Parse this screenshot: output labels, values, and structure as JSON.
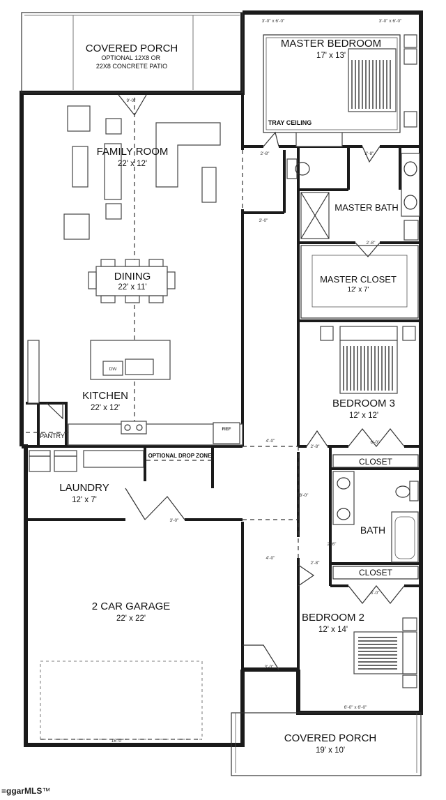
{
  "rooms": {
    "porch_rear": {
      "name": "COVERED PORCH",
      "note": "OPTIONAL 12X8 OR 22X8 CONCRETE PATIO"
    },
    "master_bedroom": {
      "name": "MASTER BEDROOM",
      "size": "17' x 13'",
      "note": "TRAY CEILING"
    },
    "family_room": {
      "name": "FAMILY ROOM",
      "size": "22' x 12'"
    },
    "dining": {
      "name": "DINING",
      "size": "22' x 11'"
    },
    "kitchen": {
      "name": "KITCHEN",
      "size": "22' x 12'",
      "pantry": "PANTRY",
      "dw": "DW",
      "ref": "REF"
    },
    "master_bath": {
      "name": "MASTER BATH"
    },
    "master_closet": {
      "name": "MASTER CLOSET",
      "size": "12' x 7'"
    },
    "bedroom_3": {
      "name": "BEDROOM 3",
      "size": "12' x 12'"
    },
    "closet_upper": {
      "name": "CLOSET"
    },
    "bath": {
      "name": "BATH"
    },
    "closet_lower": {
      "name": "CLOSET"
    },
    "bedroom_2": {
      "name": "BEDROOM 2",
      "size": "12' x 14'"
    },
    "laundry": {
      "name": "LAUNDRY",
      "size": "12' x 7'"
    },
    "drop_zone": {
      "name": "OPTIONAL DROP ZONE"
    },
    "garage": {
      "name": "2 CAR GARAGE",
      "size": "22' x 22'"
    },
    "porch_front": {
      "name": "COVERED PORCH",
      "size": "19' x 10'"
    }
  },
  "dimensions": {
    "mb_window_left": "3'-0\" x 6'-0\"",
    "mb_window_right": "3'-0\" x 6'-0\"",
    "porch_door": "9'-0\"",
    "hall_upper": "4'-0\"",
    "hall_lower": "4'-0\"",
    "garage_door_top": "3'-0\"",
    "garage_side_door": "3'-0\"",
    "garage_width": "16'-0\"",
    "front_window": "6'-0\" x 6'-0\"",
    "br3_door": "2'-8\"",
    "br2_door": "2'-8\"",
    "closet_door": "6'-0\"",
    "closet2_door": "6'-0\"",
    "mc_door": "2'-8\"",
    "mbath_door": "2'-8\"",
    "mb_door": "2'-8\"",
    "fam_closet": "3'-0\"",
    "laundry_door": "3'-0\"",
    "hall_v": "8'-0\"",
    "bath_door": "2'-6\""
  },
  "watermark": {
    "logo": "≡ggarMLS",
    "tm": "™"
  }
}
